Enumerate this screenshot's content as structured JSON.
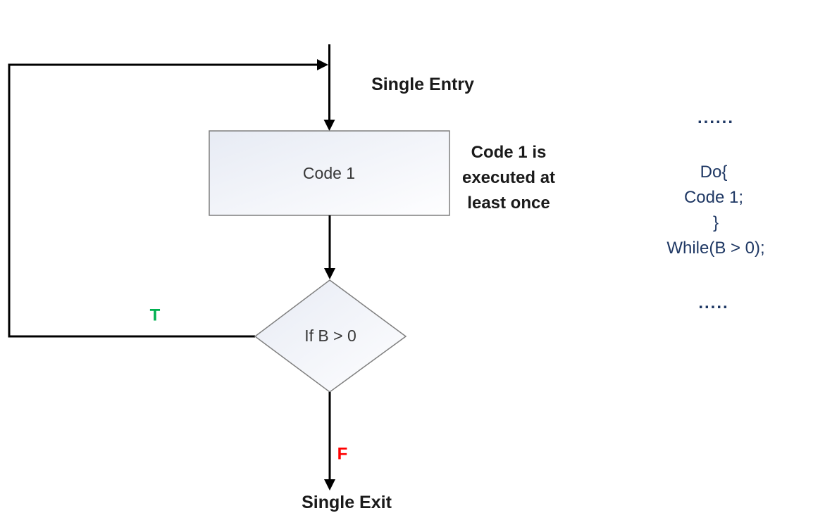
{
  "flowchart": {
    "entry_label": "Single Entry",
    "process_box": {
      "label": "Code 1"
    },
    "annotation": "Code 1 is\nexecuted at\nleast once",
    "decision": {
      "label": "If B > 0"
    },
    "true_label": "T",
    "false_label": "F",
    "exit_label": "Single Exit"
  },
  "code_snippet": {
    "lines": [
      "......",
      "Do{",
      "Code 1;",
      "}",
      "While(B > 0);",
      "....."
    ]
  },
  "colors": {
    "true_label": "#00B050",
    "false_label": "#FF0000",
    "code_text": "#1F3864",
    "shape_border": "#7F7F7F",
    "arrow": "#000000"
  }
}
